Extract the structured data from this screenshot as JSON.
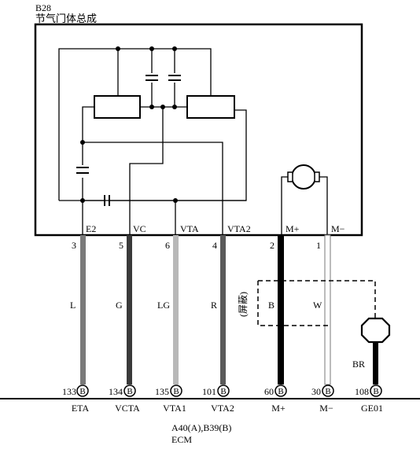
{
  "component": {
    "code": "B28",
    "name": "节气门体总成"
  },
  "connector_pins": [
    {
      "pin_no": "3",
      "signal": "E2"
    },
    {
      "pin_no": "5",
      "signal": "VC"
    },
    {
      "pin_no": "6",
      "signal": "VTA"
    },
    {
      "pin_no": "4",
      "signal": "VTA2"
    },
    {
      "pin_no": "2",
      "signal": "M+"
    },
    {
      "pin_no": "1",
      "signal": "M−"
    }
  ],
  "wires": [
    {
      "color_code": "L",
      "color": "#7a7a7a"
    },
    {
      "color_code": "G",
      "color": "#3a3a3a"
    },
    {
      "color_code": "LG",
      "color": "#b8b8b8"
    },
    {
      "color_code": "R",
      "color": "#5a5a5a"
    },
    {
      "color_code": "B",
      "color": "#000000"
    },
    {
      "color_code": "W",
      "color": "#ffffff"
    },
    {
      "color_code": "BR",
      "color": "#000000"
    }
  ],
  "shield_label": "(屏蔽)",
  "ecm_terminals": [
    {
      "pin_no": "133",
      "suffix": "B",
      "name": "ETA"
    },
    {
      "pin_no": "134",
      "suffix": "B",
      "name": "VCTA"
    },
    {
      "pin_no": "135",
      "suffix": "B",
      "name": "VTA1"
    },
    {
      "pin_no": "101",
      "suffix": "B",
      "name": "VTA2"
    },
    {
      "pin_no": "60",
      "suffix": "B",
      "name": "M+"
    },
    {
      "pin_no": "30",
      "suffix": "B",
      "name": "M−"
    },
    {
      "pin_no": "108",
      "suffix": "B",
      "name": "GE01"
    }
  ],
  "ecm": {
    "connectors": "A40(A),B39(B)",
    "name": "ECM"
  }
}
